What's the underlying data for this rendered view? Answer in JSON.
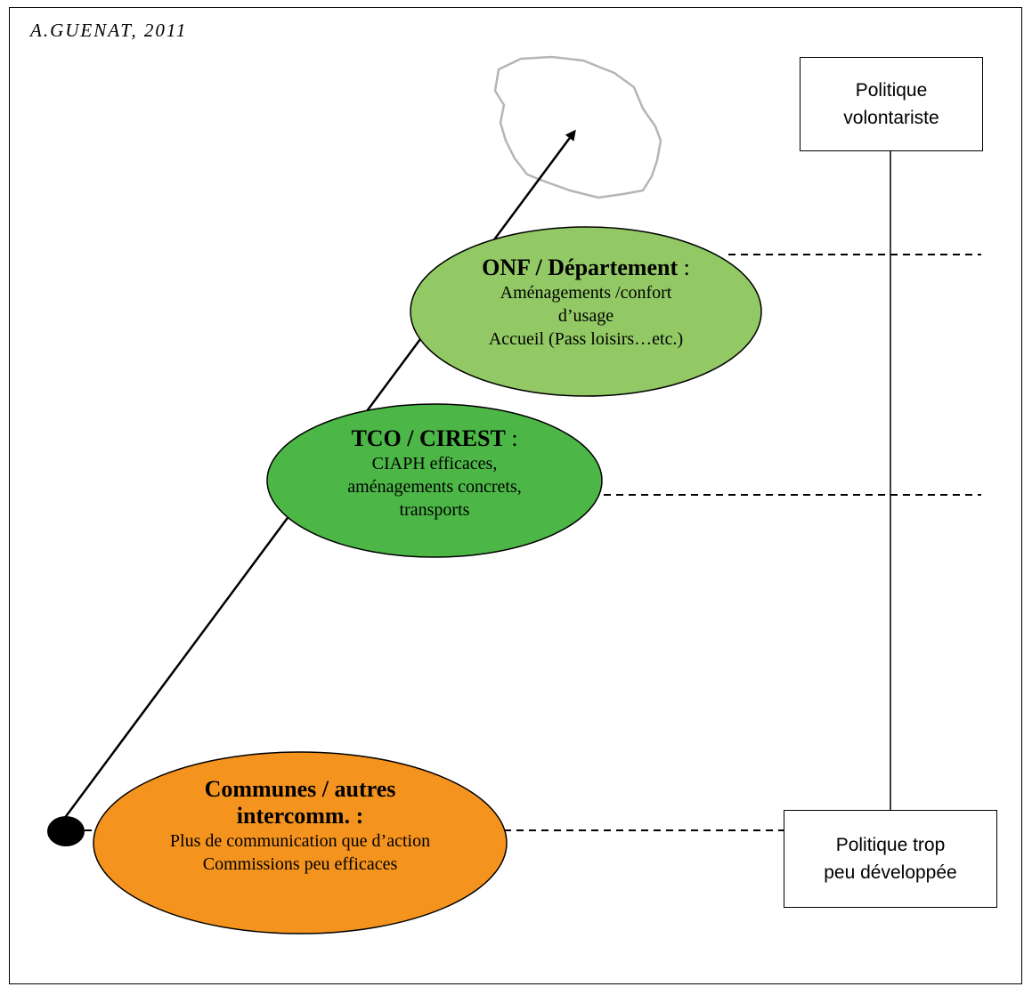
{
  "credit": "A.GUENAT, 2011",
  "boxes": {
    "top": {
      "line1": "Politique",
      "line2": "volontariste"
    },
    "bottom": {
      "line1": "Politique trop",
      "line2": "peu développée"
    }
  },
  "levels": {
    "onf": {
      "title": "ONF / Département",
      "colon": " :",
      "lines": [
        "Aménagements /confort",
        "d’usage",
        "Accueil (Pass loisirs…etc.)"
      ],
      "color": "#92c964"
    },
    "tco": {
      "title": "TCO / CIREST",
      "colon": " :",
      "lines": [
        "CIAPH efficaces,",
        "aménagements concrets,",
        "transports"
      ],
      "color": "#4cb747"
    },
    "communes": {
      "title_line1": "Communes / autres",
      "title_line2": "intercomm. :",
      "lines": [
        "Plus de communication que d’action",
        "Commissions peu efficaces"
      ],
      "color": "#f5931f"
    }
  },
  "icons": {
    "island": "reunion-island-outline-icon",
    "arrow": "arrow-up-right-icon"
  },
  "colors": {
    "line": "#000000",
    "island_outline": "#b0b0b0"
  }
}
